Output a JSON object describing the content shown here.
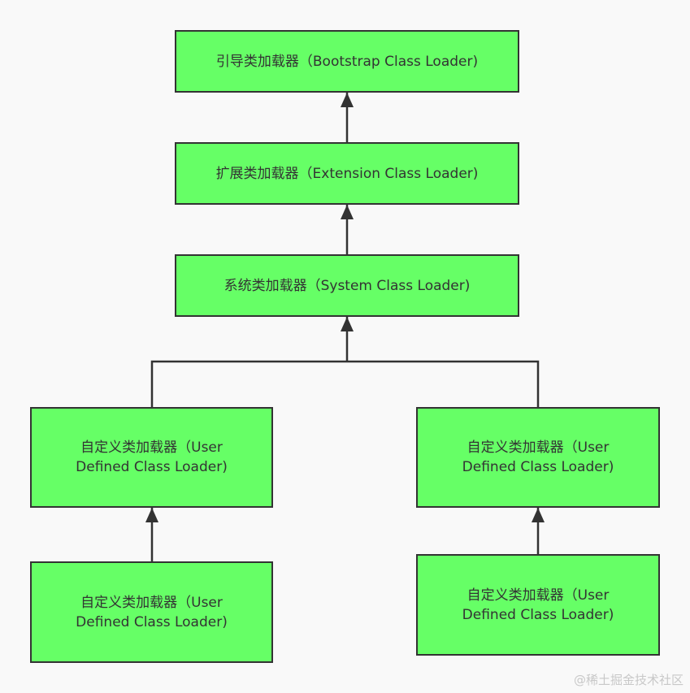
{
  "diagram": {
    "colors": {
      "node_fill": "#66ff66",
      "node_border": "#333333",
      "text": "#333333",
      "edge": "#333333",
      "background": "#f9f9f9"
    },
    "nodes": {
      "bootstrap": {
        "label": "引导类加载器（Bootstrap Class Loader)"
      },
      "extension": {
        "label": "扩展类加载器（Extension Class Loader)"
      },
      "system": {
        "label": "系统类加载器（System Class Loader)"
      },
      "user_left_top": {
        "line1": "自定义类加载器（User",
        "line2": "Defined Class Loader)"
      },
      "user_right_top": {
        "line1": "自定义类加载器（User",
        "line2": "Defined Class Loader)"
      },
      "user_left_bottom": {
        "line1": "自定义类加载器（User",
        "line2": "Defined Class Loader)"
      },
      "user_right_bottom": {
        "line1": "自定义类加载器（User",
        "line2": "Defined Class Loader)"
      }
    },
    "edges": [
      {
        "from": "extension",
        "to": "bootstrap"
      },
      {
        "from": "system",
        "to": "extension"
      },
      {
        "from": "user_left_top",
        "to": "system"
      },
      {
        "from": "user_right_top",
        "to": "system"
      },
      {
        "from": "user_left_bottom",
        "to": "user_left_top"
      },
      {
        "from": "user_right_bottom",
        "to": "user_right_top"
      }
    ]
  },
  "watermark": "@稀土掘金技术社区"
}
